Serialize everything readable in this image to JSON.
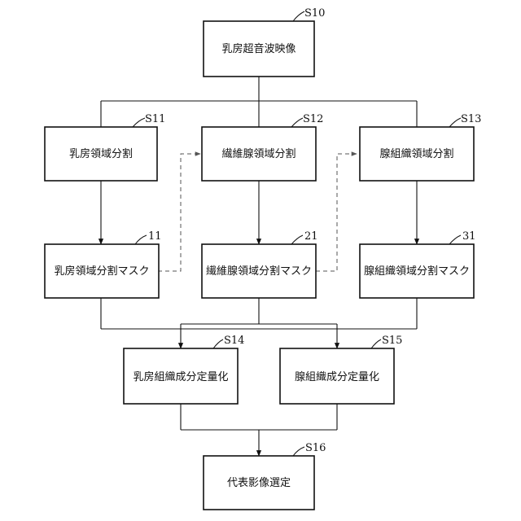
{
  "steps": {
    "s10": {
      "ref": "S10",
      "label": "乳房超音波映像"
    },
    "s11": {
      "ref": "S11",
      "label": "乳房領域分割"
    },
    "s12": {
      "ref": "S12",
      "label": "繊維腺領域分割"
    },
    "s13": {
      "ref": "S13",
      "label": "腺組織領域分割"
    },
    "m11": {
      "ref": "11",
      "label": "乳房領域分割マスク"
    },
    "m21": {
      "ref": "21",
      "label": "繊維腺領域分割マスク"
    },
    "m31": {
      "ref": "31",
      "label": "腺組織領域分割マスク"
    },
    "s14": {
      "ref": "S14",
      "label": "乳房組織成分定量化"
    },
    "s15": {
      "ref": "S15",
      "label": "腺組織成分定量化"
    },
    "s16": {
      "ref": "S16",
      "label": "代表影像選定"
    }
  }
}
